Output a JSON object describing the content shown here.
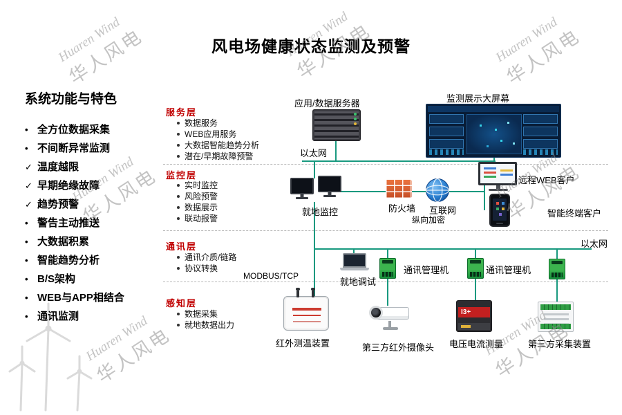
{
  "watermark": {
    "en": "Huaren Wind",
    "zh": "华人风电"
  },
  "title": "风电场健康状态监测及预警",
  "sidebar": {
    "heading": "系统功能与特色",
    "items": [
      {
        "marker": "•",
        "label": "全方位数据采集"
      },
      {
        "marker": "•",
        "label": "不间断异常监测"
      },
      {
        "marker": "✓",
        "label": "温度越限"
      },
      {
        "marker": "✓",
        "label": "早期绝缘故障"
      },
      {
        "marker": "✓",
        "label": "趋势预警"
      },
      {
        "marker": "•",
        "label": "警告主动推送"
      },
      {
        "marker": "•",
        "label": "大数据积累"
      },
      {
        "marker": "•",
        "label": "智能趋势分析"
      },
      {
        "marker": "•",
        "label": "B/S架构"
      },
      {
        "marker": "•",
        "label": "WEB与APP相结合"
      },
      {
        "marker": "•",
        "label": "通讯监测"
      }
    ]
  },
  "layers": {
    "service": {
      "label": "服务层",
      "bullets": [
        "数据服务",
        "WEB应用服务",
        "大数据智能趋势分析",
        "潜在/早期故障预警"
      ]
    },
    "monitor": {
      "label": "监控层",
      "bullets": [
        "实时监控",
        "风险预警",
        "数据展示",
        "联动报警"
      ]
    },
    "comm": {
      "label": "通讯层",
      "bullets": [
        "通讯介质/链路",
        "协议转换"
      ]
    },
    "sense": {
      "label": "感知层",
      "bullets": [
        "数据采集",
        "就地数据出力"
      ]
    }
  },
  "diagram": {
    "server_label": "应用/数据服务器",
    "ethernet_top": "以太网",
    "screen_label": "监测展示大屏幕",
    "local_monitor_label": "就地监控",
    "firewall_label": "防火墙",
    "internet_label": "互联网",
    "encryption_label": "纵向加密",
    "remote_web_label": "远程WEB客户",
    "smart_terminal_label": "智能终端客户",
    "modbus_label": "MODBUS/TCP",
    "local_debug_label": "就地调试",
    "comm_manager1_label": "通讯管理机",
    "comm_manager2_label": "通讯管理机",
    "ethernet_mid": "以太网",
    "ir_temp_label": "红外测温装置",
    "ir_camera_label": "第三方红外摄像头",
    "voltage_label": "电压电流测量",
    "third_party_label": "第三方采集装置",
    "voltage_badge": "I3+"
  },
  "colors": {
    "line": "#18997f",
    "layer_label": "#c00000"
  }
}
